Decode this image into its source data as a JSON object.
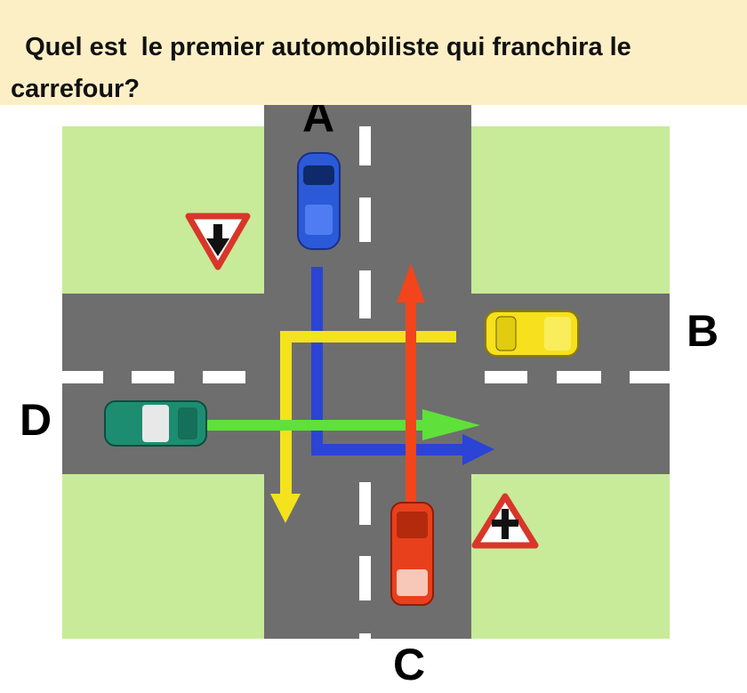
{
  "question": {
    "line1": "  Quel est  le premier automobiliste qui franchira le",
    "line2": "carrefour?"
  },
  "labels": {
    "a": "A",
    "b": "B",
    "c": "C",
    "d": "D"
  },
  "colors": {
    "grass": "#c7eb98",
    "road": "#6e6e6e",
    "header": "#fcefc6",
    "blue": "#2b44d6",
    "yellow": "#f3e21c",
    "green": "#5fe03a",
    "red": "#f2451b"
  },
  "cars": [
    {
      "position": "A",
      "color": "blue",
      "direction": "south",
      "turn": "left"
    },
    {
      "position": "B",
      "color": "yellow",
      "direction": "west",
      "turn": "left"
    },
    {
      "position": "C",
      "color": "red",
      "direction": "north",
      "turn": "straight"
    },
    {
      "position": "D",
      "color": "teal",
      "direction": "east",
      "turn": "straight"
    }
  ],
  "signs": [
    {
      "near": "A",
      "type": "yield-priority-road-ahead"
    },
    {
      "near": "C",
      "type": "priority-intersection"
    }
  ]
}
